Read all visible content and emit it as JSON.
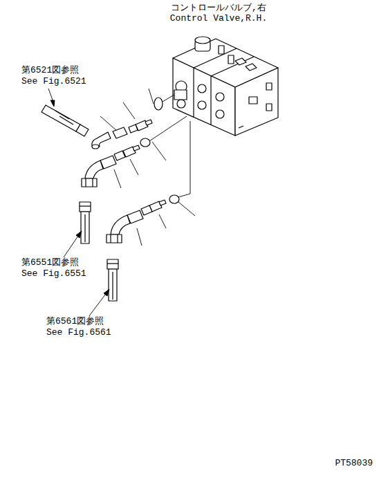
{
  "diagram": {
    "labels": [
      "コントロールバルブ,右",
      "Control Valve,R.H.",
      "第6521図参照",
      "See Fig.6521",
      "第6551図参照",
      "See Fig.6551",
      "第6561図参照",
      "See Fig.6561",
      "PT58039"
    ]
  }
}
